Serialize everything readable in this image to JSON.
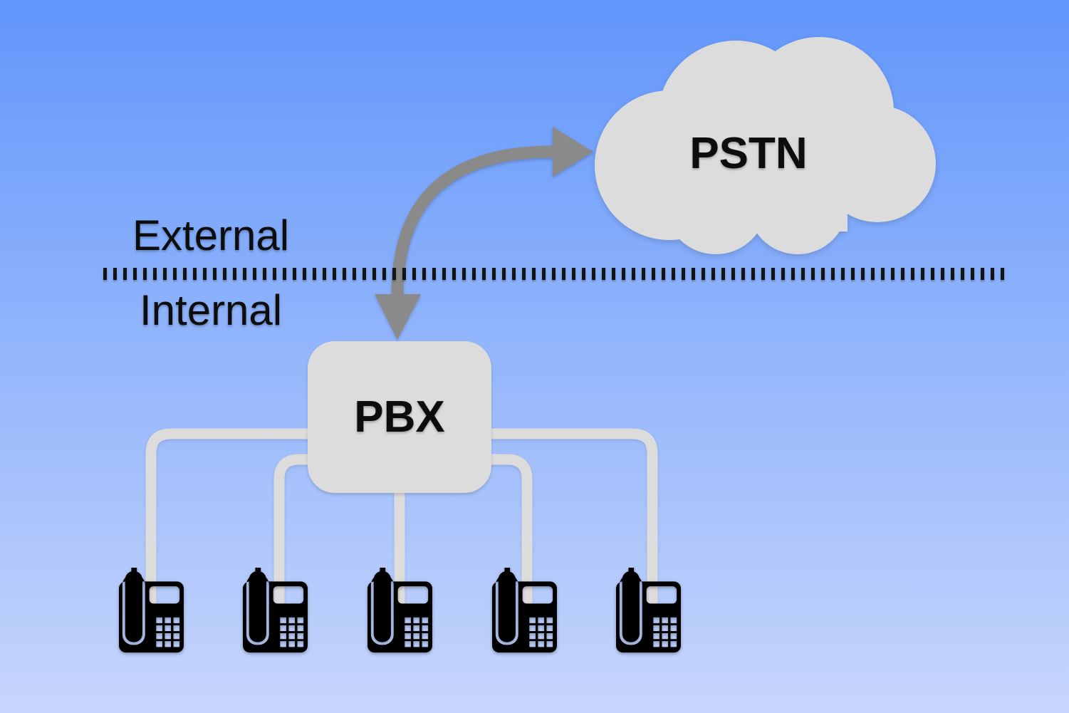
{
  "diagram": {
    "external_label": "External",
    "internal_label": "Internal",
    "pstn_label": "PSTN",
    "pbx_label": "PBX",
    "phone_count": 5,
    "colors": {
      "background_top": "#6196fb",
      "background_bottom": "#c7d6fc",
      "shape_gray": "#dcdcdc",
      "arrow_gray": "#8a8a8a",
      "ink": "#0d0d0d"
    }
  }
}
